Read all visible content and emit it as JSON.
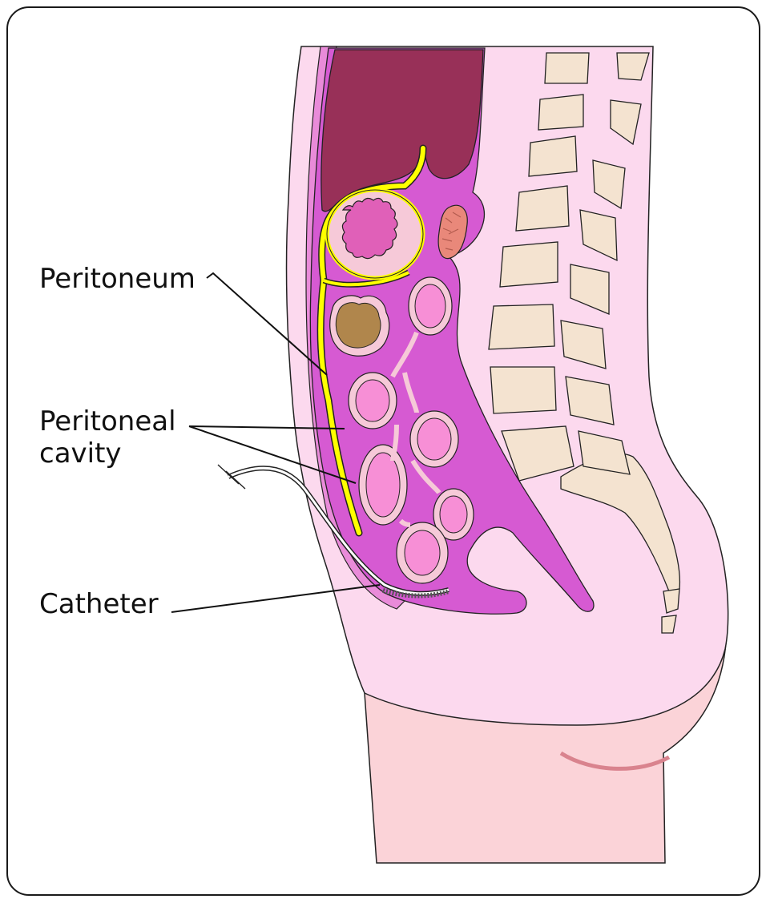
{
  "labels": {
    "peritoneum": "Peritoneum",
    "peritoneal_cavity_line1": "Peritoneal",
    "peritoneal_cavity_line2": "cavity",
    "catheter": "Catheter"
  },
  "colors": {
    "skin_light": "#fcd9ee",
    "buttock": "#fbd3d8",
    "cavity": "#d65ad2",
    "peritoneum": "#ffff00",
    "liver": "#983058",
    "bowel_outer": "#f6c9d8",
    "bowel_inner": "#f78fd6",
    "stomach_inner": "#e060b8",
    "colon": "#b0864c",
    "vertebra": "#f4e3d0",
    "kidney": "#e9887a"
  }
}
